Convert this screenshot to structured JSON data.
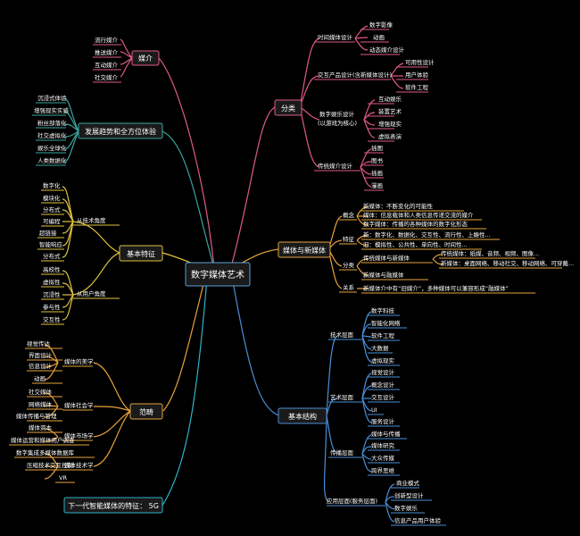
{
  "center": {
    "label": "数字媒体艺术"
  },
  "colors": {
    "pink": "#e05a8a",
    "red": "#d9534f",
    "orange": "#e8a33d",
    "blue": "#4a8fd6",
    "teal": "#3aa6a0",
    "yellow": "#e0c341",
    "cyan": "#2fb3c9"
  },
  "meijie": {
    "label": "媒介",
    "items": [
      "流行媒介",
      "推送媒介",
      "互动媒介",
      "社交媒介"
    ]
  },
  "fazhan": {
    "label": "发展趋势和全方位体验",
    "items": [
      "沉浸式体验",
      "增强现实实感",
      "粉丝部落化",
      "社交虚拟化",
      "娱乐全球化",
      "人类数据化"
    ]
  },
  "tezheng": {
    "label": "基本特征",
    "tech": {
      "label": "从技术角度",
      "items": [
        "数字化",
        "模块化",
        "分布式",
        "可编程",
        "超链接",
        "智能响应",
        "分布式"
      ]
    },
    "user": {
      "label": "从用户角度",
      "items": [
        "高校性",
        "虚拟性",
        "沉浸性",
        "参与性",
        "交互性"
      ]
    }
  },
  "fanchou": {
    "label": "范畴",
    "groups": [
      {
        "label": "媒体的美学",
        "items": [
          "视觉传达",
          "界面设计",
          "信息设计",
          "动画"
        ]
      },
      {
        "label": "媒体社会学",
        "items": [
          "社交媒体",
          "网络媒体",
          "媒体传播与管理"
        ]
      },
      {
        "label": "媒体市场学",
        "items": [
          "媒体资本",
          "媒体运营和媒体用户调查"
        ]
      },
      {
        "label": "媒体技术学",
        "items": [
          "数字集成多媒体数据库",
          "压缩技术交互控制",
          "VR"
        ]
      }
    ]
  },
  "next_gen": {
    "label": "下一代智能媒体的特征： 5G"
  },
  "fenlei": {
    "label": "分类",
    "groups": [
      {
        "label": "时间媒体设计",
        "items": [
          "数字影像",
          "动画",
          "动态媒介设计"
        ]
      },
      {
        "label": "交互产品设计(含新媒体设计)",
        "items": [
          "可用性设计",
          "用户体验",
          "软件工程"
        ]
      },
      {
        "label": "数字娱乐设计",
        "label2": "(以游戏为核心)",
        "items": [
          "互动娱乐",
          "装置艺术",
          "增强现实",
          "虚拟表演"
        ]
      },
      {
        "label": "传统媒介设计",
        "items": [
          "插图",
          "图书",
          "插画",
          "漫画"
        ]
      }
    ]
  },
  "xinmeiti": {
    "label": "媒体与新媒体",
    "concept": {
      "label": "概念",
      "items": [
        "新媒体：不断变化的可能性",
        "媒体：信息载体和人类信息传递交流的媒介",
        "数字媒体：传播的各种媒体的数字化形态"
      ]
    },
    "features": {
      "label": "特征",
      "items": [
        "新：数字化、数据化、交互性、流行性、上瘾性...",
        "旧：模拟性、公共性、单向性、时间性..."
      ]
    },
    "classify": {
      "label": "分类",
      "items": [
        "传统媒体与新媒体",
        "新媒体与融媒体"
      ],
      "side": [
        "传统媒体：纸媒、音频、视频、图像...",
        "新媒体：桌面网络、移动社交、移动网络、可穿戴..."
      ]
    },
    "relation": {
      "label": "关系",
      "text": "新媒体介中有“旧媒介”，多种媒体可以兼容形成“融媒体”"
    }
  },
  "jiegou": {
    "label": "基本结构",
    "groups": [
      {
        "label": "技术层面",
        "items": [
          "数字科技",
          "智能化网络",
          "软件工程",
          "大数据",
          "虚拟现实"
        ]
      },
      {
        "label": "艺术层面",
        "items": [
          "视觉设计",
          "概念设计",
          "交互设计",
          "UI",
          "服务设计"
        ]
      },
      {
        "label": "传播层面",
        "items": [
          "媒体与传播",
          "媒体研究",
          "大众传媒",
          "跨界思维"
        ]
      },
      {
        "label": "应用层面(服务层面)",
        "items": [
          "商业模式",
          "创新型设计",
          "数字娱乐",
          "信息产品用户体验"
        ]
      }
    ]
  }
}
